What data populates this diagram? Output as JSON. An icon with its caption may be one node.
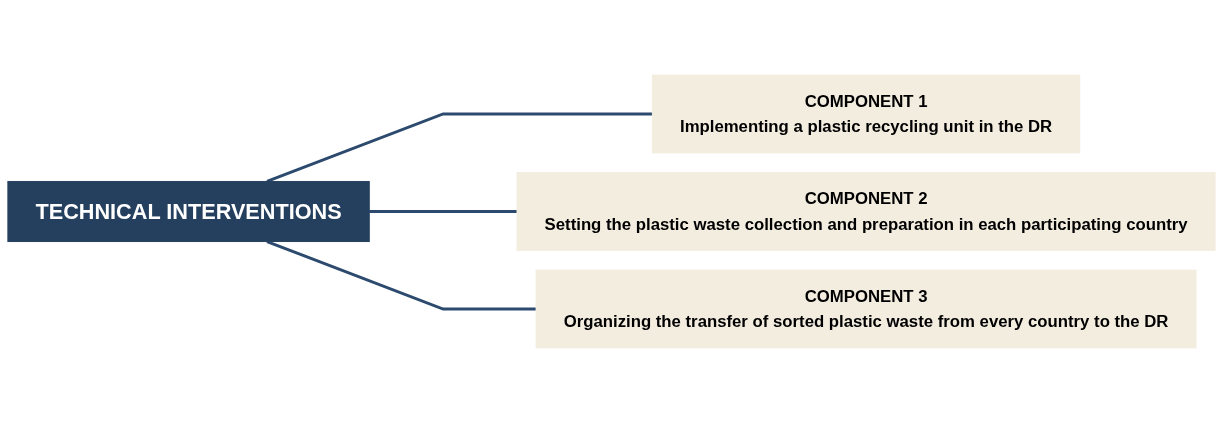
{
  "diagram": {
    "nodes": [
      {
        "text": [
          "TECHNICAL INTERVENTIONS"
        ]
      },
      {
        "text": [
          "COMPONENT 1",
          "Implementing a plastic recycling unit in the DR"
        ]
      },
      {
        "text": [
          "COMPONENT 2",
          "Setting the plastic waste collection and preparation in each participating country"
        ]
      },
      {
        "text": [
          "COMPONENT 3",
          "Organizing the transfer of sorted plastic waste from every country to the DR"
        ]
      }
    ],
    "edges": [
      {
        "from": 0,
        "to": 1,
        "arrow": "none"
      },
      {
        "from": 0,
        "to": 2,
        "arrow": "none"
      },
      {
        "from": 0,
        "to": 3,
        "arrow": "none"
      }
    ]
  }
}
